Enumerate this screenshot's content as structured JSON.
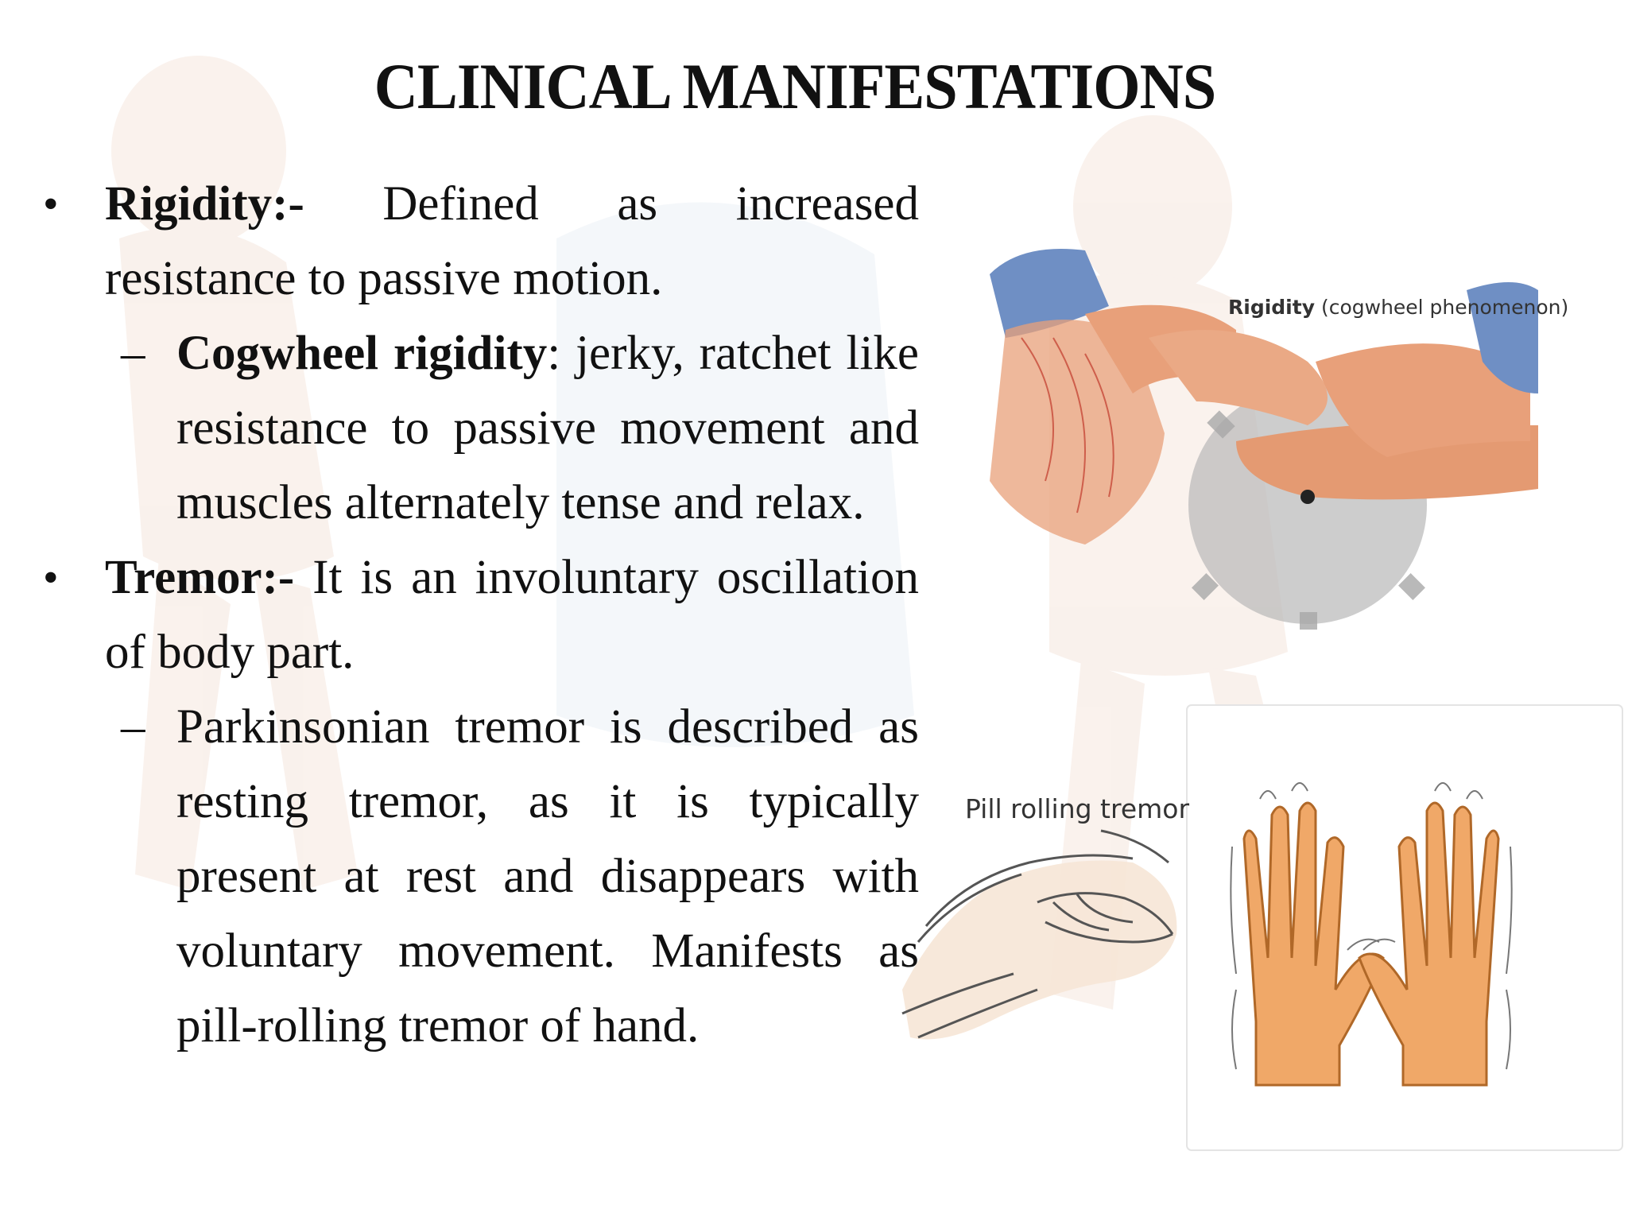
{
  "slide": {
    "title": "CLINICAL MANIFESTATIONS",
    "bullets": [
      {
        "term": "Rigidity:-",
        "text": "Defined as increased resistance to passive motion.",
        "sub": {
          "term": "Cogwheel rigidity",
          "text": ": jerky, ratchet like resistance to passive movement and muscles alternately tense and relax."
        }
      },
      {
        "term": "Tremor:-",
        "text": "It is an involuntary oscillation of body part.",
        "sub": {
          "text": "Parkinsonian tremor is described as resting tremor, as it is typically present at rest and disappears with voluntary movement. Manifests as pill-rolling tremor of hand."
        }
      }
    ],
    "bullet_marker": "•",
    "sub_marker": "–"
  },
  "figures": {
    "rigidity": {
      "caption_term": "Rigidity",
      "caption_rest": "(cogwheel phenomenon)"
    },
    "tremor": {
      "caption": "Pill rolling tremor"
    }
  },
  "colors": {
    "text": "#111111",
    "skin": "#e8a07a",
    "sleeve": "#6f8fc4",
    "gear": "#a8a8a8",
    "palm": "#f0a868",
    "tremor_lines": "#555555"
  }
}
